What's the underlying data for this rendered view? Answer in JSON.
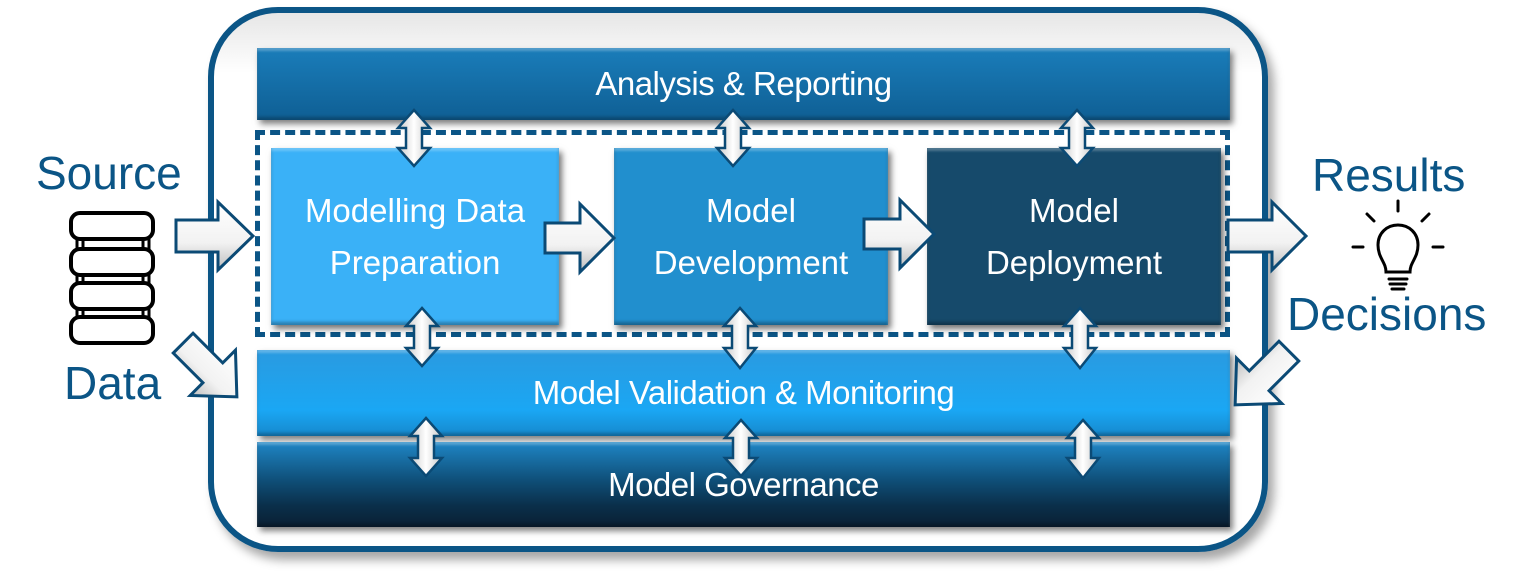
{
  "diagram": {
    "inputs": {
      "source_label": "Source",
      "data_label": "Data",
      "icon": "database-icon"
    },
    "outputs": {
      "results_label": "Results",
      "decisions_label": "Decisions",
      "icon": "lightbulb-icon"
    },
    "layers": {
      "top": "Analysis & Reporting",
      "validation": "Model Validation & Monitoring",
      "governance": "Model Governance"
    },
    "stages": [
      {
        "line1": "Modelling Data",
        "line2": "Preparation"
      },
      {
        "line1": "Model",
        "line2": "Development"
      },
      {
        "line1": "Model",
        "line2": "Deployment"
      }
    ],
    "colors": {
      "frame": "#0b5586",
      "stage_light": "#3ab1f7",
      "stage_mid": "#218fce",
      "stage_dark": "#164a6b",
      "text_accent": "#0b5586"
    }
  }
}
